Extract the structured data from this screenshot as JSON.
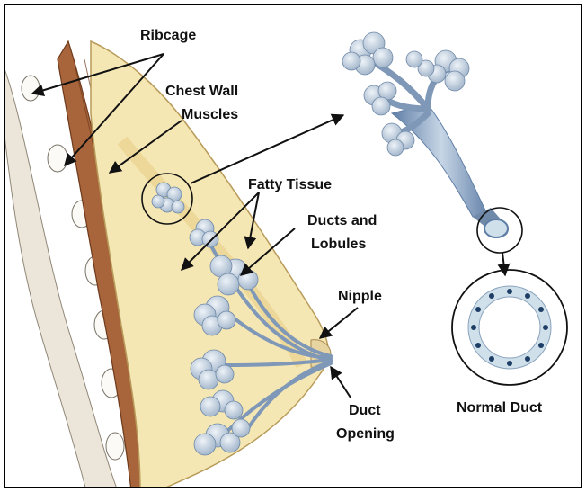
{
  "labels": {
    "ribcage": "Ribcage",
    "chest_wall_1": "Chest Wall",
    "chest_wall_2": "Muscles",
    "fatty_tissue": "Fatty Tissue",
    "ducts_1": "Ducts and",
    "ducts_2": "Lobules",
    "nipple": "Nipple",
    "duct_opening_1": "Duct",
    "duct_opening_2": "Opening",
    "normal_duct": "Normal Duct"
  },
  "colors": {
    "fat": "#f5e7b4",
    "fat_dark": "#e6c97e",
    "muscle": "#a8643a",
    "muscle_dark": "#6e3a1c",
    "lobule": "#c9d7e6",
    "duct": "#7f98b8",
    "cell": "#cfe0ea",
    "nucleus": "#1f3e66"
  }
}
